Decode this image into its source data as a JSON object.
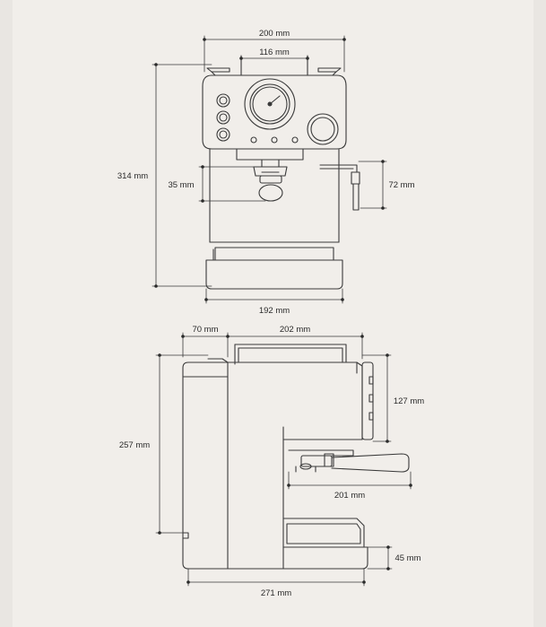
{
  "front_view": {
    "total_width": "200 mm",
    "top_rail_width": "116 mm",
    "total_height": "314 mm",
    "portafilter_height": "35 mm",
    "steam_wand_height": "72 mm",
    "base_width": "192 mm"
  },
  "side_view": {
    "depth_rear": "70 mm",
    "depth_top": "202 mm",
    "total_height": "257 mm",
    "front_panel_height": "127 mm",
    "handle_reach": "201 mm",
    "drip_tray_height": "45 mm",
    "total_depth": "271 mm"
  }
}
